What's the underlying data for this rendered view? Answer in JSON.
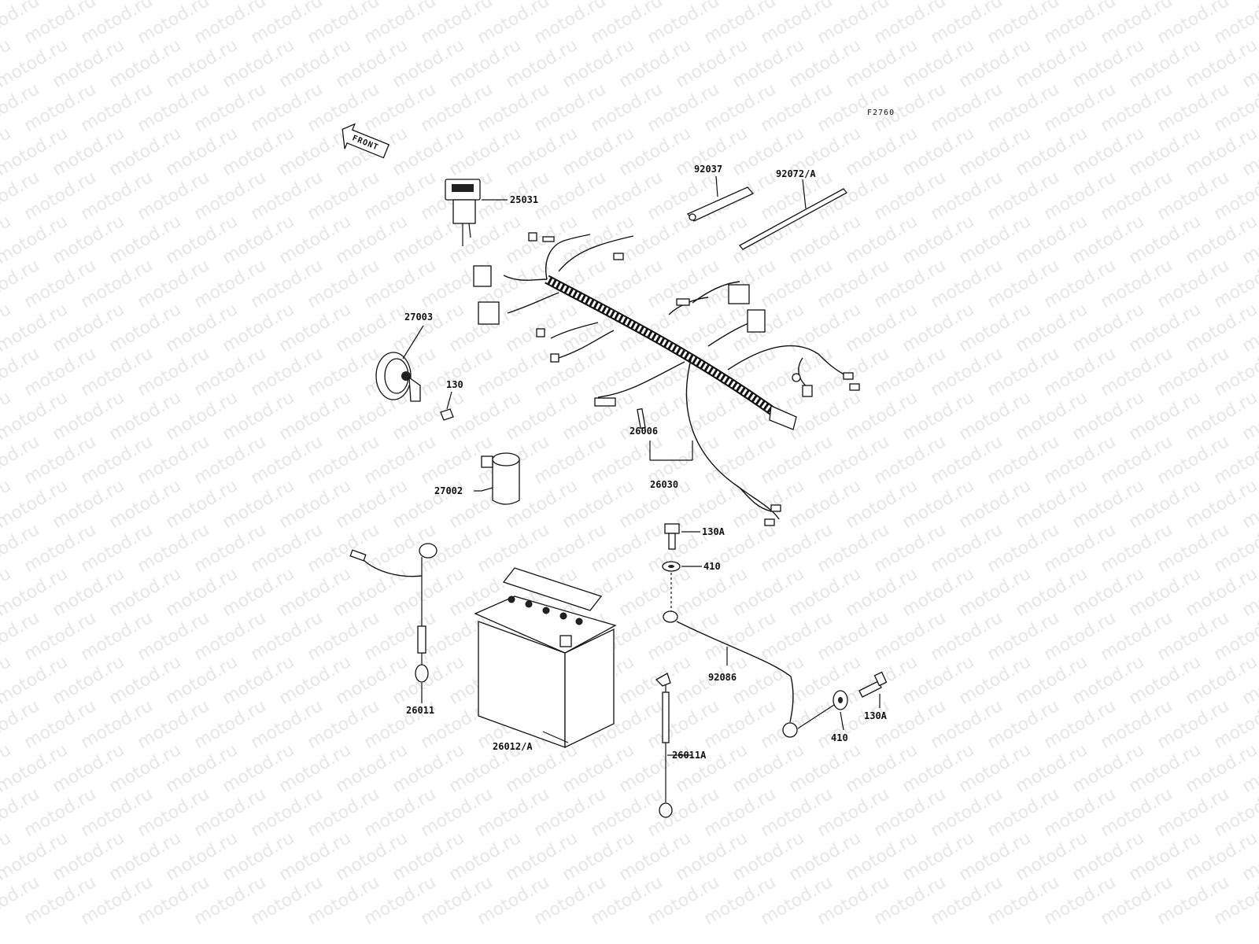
{
  "watermark": "motod.ru",
  "figure_code": "F2760",
  "front_label": "FRONT",
  "callouts": {
    "p25031": "25031",
    "p92037": "92037",
    "p92072a": "92072/A",
    "p27003": "27003",
    "p130": "130",
    "p26006": "26006",
    "p26030": "26030",
    "p27002": "27002",
    "p130a_top": "130A",
    "p410_top": "410",
    "p92086": "92086",
    "p26011": "26011",
    "p26012a": "26012/A",
    "p26011a": "26011A",
    "p410_bottom": "410",
    "p130a_bottom": "130A"
  }
}
